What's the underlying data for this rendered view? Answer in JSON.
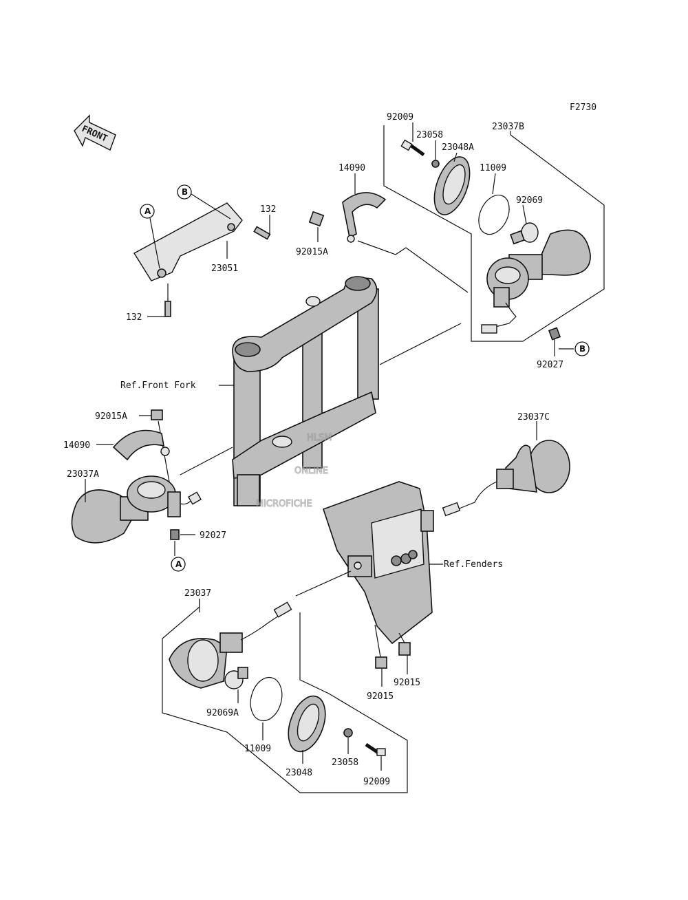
{
  "figure_code": "F2730",
  "front_arrow_label": "FRONT",
  "watermark": {
    "line1": "HLSM",
    "line2": "ONLINE",
    "line3": "MICROFICHE"
  },
  "references": {
    "front_fork": "Ref.Front Fork",
    "fenders": "Ref.Fenders"
  },
  "callouts": {
    "a": "A",
    "b": "B"
  },
  "part_labels": {
    "p92009_top": "92009",
    "p23058_top": "23058",
    "p23048A": "23048A",
    "p23037B": "23037B",
    "p11009_top": "11009",
    "p92069": "92069",
    "p14090_top": "14090",
    "p92015A_top": "92015A",
    "p132_top": "132",
    "p23051": "23051",
    "p132_bottom": "132",
    "p92027_right": "92027",
    "p92015A_left": "92015A",
    "p14090_left": "14090",
    "p23037A": "23037A",
    "p92027_left": "92027",
    "p23037C": "23037C",
    "p23037": "23037",
    "p92069A": "92069A",
    "p11009_bottom": "11009",
    "p23048": "23048",
    "p23058_bottom": "23058",
    "p92009_bottom": "92009",
    "p92015_a": "92015",
    "p92015_b": "92015"
  }
}
